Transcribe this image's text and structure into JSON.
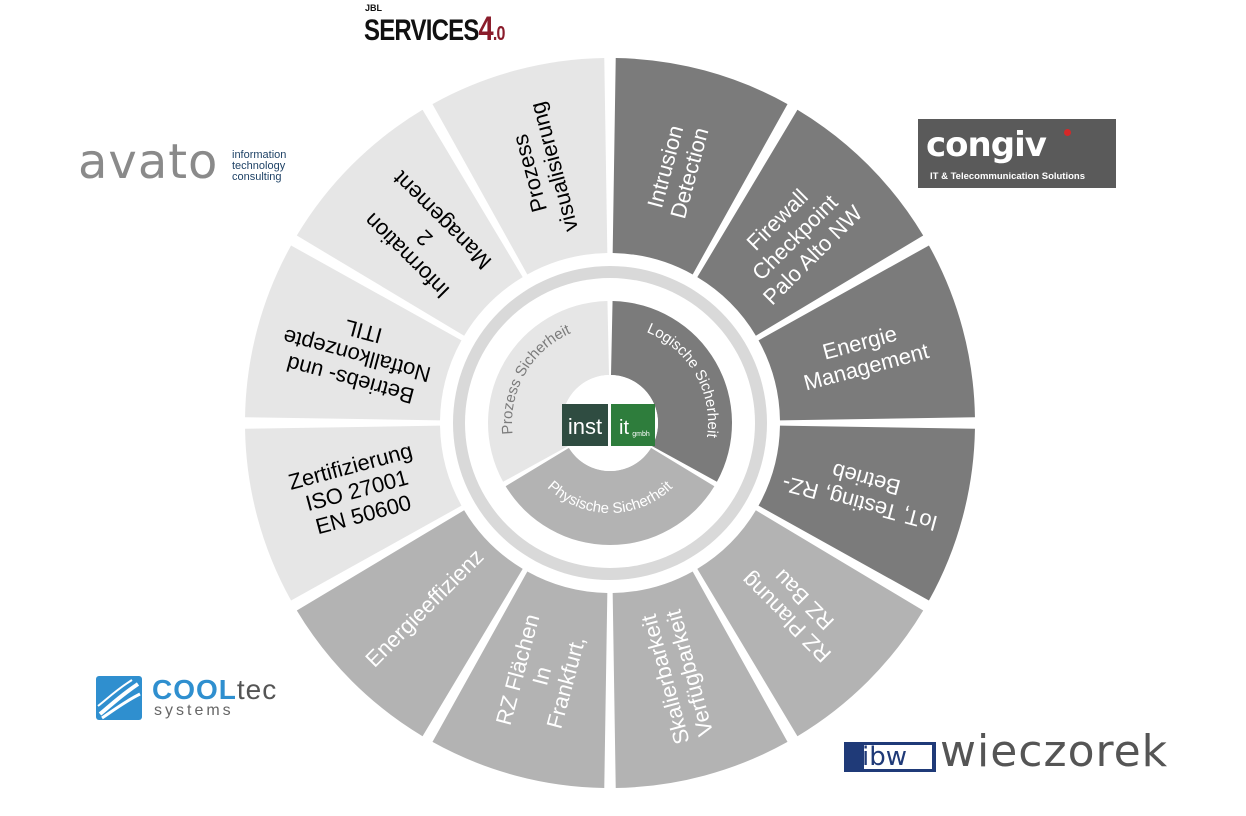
{
  "segments": [
    {
      "lines": [
        "Intrusion",
        "Detection"
      ],
      "fill": "#7b7b7b",
      "text": "#ffffff"
    },
    {
      "lines": [
        "Firewall",
        "Checkpoint",
        "Palo Alto NW"
      ],
      "fill": "#7b7b7b",
      "text": "#ffffff"
    },
    {
      "lines": [
        "Energie",
        "Management"
      ],
      "fill": "#7b7b7b",
      "text": "#ffffff"
    },
    {
      "lines": [
        "IoT, Testing, RZ-",
        "Betrieb"
      ],
      "fill": "#7b7b7b",
      "text": "#ffffff"
    },
    {
      "lines": [
        "RZ Planung",
        "RZ Bau"
      ],
      "fill": "#b3b3b3",
      "text": "#ffffff"
    },
    {
      "lines": [
        "Skalierbarkeit",
        "Verfügbarkeit"
      ],
      "fill": "#b3b3b3",
      "text": "#ffffff"
    },
    {
      "lines": [
        "RZ Flächen",
        "In",
        "Frankfurt,"
      ],
      "fill": "#b3b3b3",
      "text": "#ffffff"
    },
    {
      "lines": [
        "Energieeffizienz"
      ],
      "fill": "#b3b3b3",
      "text": "#ffffff"
    },
    {
      "lines": [
        "Zertifizierung",
        "ISO 27001",
        "EN 50600"
      ],
      "fill": "#e6e6e6",
      "text": "#000000"
    },
    {
      "lines": [
        "Betriebs- und",
        "Notfallkonzepte",
        "ITIL"
      ],
      "fill": "#e6e6e6",
      "text": "#000000"
    },
    {
      "lines": [
        "Information",
        "2",
        "Management"
      ],
      "fill": "#e6e6e6",
      "text": "#000000"
    },
    {
      "lines": [
        "Prozess",
        "visualisierung"
      ],
      "fill": "#e6e6e6",
      "text": "#000000"
    }
  ],
  "inner_sectors": [
    {
      "label": "Logische Sicherheit",
      "fill": "#7b7b7b"
    },
    {
      "label": "Physische Sicherheit",
      "fill": "#b3b3b3"
    },
    {
      "label": "Prozess Sicherheit",
      "fill": "#e6e6e6"
    }
  ],
  "center_logo": {
    "part1": "inst",
    "part2": "it",
    "suffix": "gmbh"
  },
  "logos": {
    "services": {
      "small": "JBL",
      "main": "SERVICES",
      "num": "4",
      "dec": ".0"
    },
    "congiv": {
      "main_a": "con",
      "main_b": "g",
      "main_c": "iv",
      "tagline": "IT & Telecommunication Solutions"
    },
    "avato": {
      "main": "avato",
      "l1": "information",
      "l2": "technology",
      "l3": "consulting"
    },
    "cooltec": {
      "main_a": "COOL",
      "main_b": "tec",
      "sub": "systems"
    },
    "wieczorek": {
      "box": "ibw",
      "main": "wieczorek"
    }
  },
  "colors": {
    "ring": "#d9d9d9",
    "dark": "#7b7b7b",
    "mid": "#b3b3b3",
    "light": "#e6e6e6",
    "inst_green": "#2e7d3c"
  }
}
